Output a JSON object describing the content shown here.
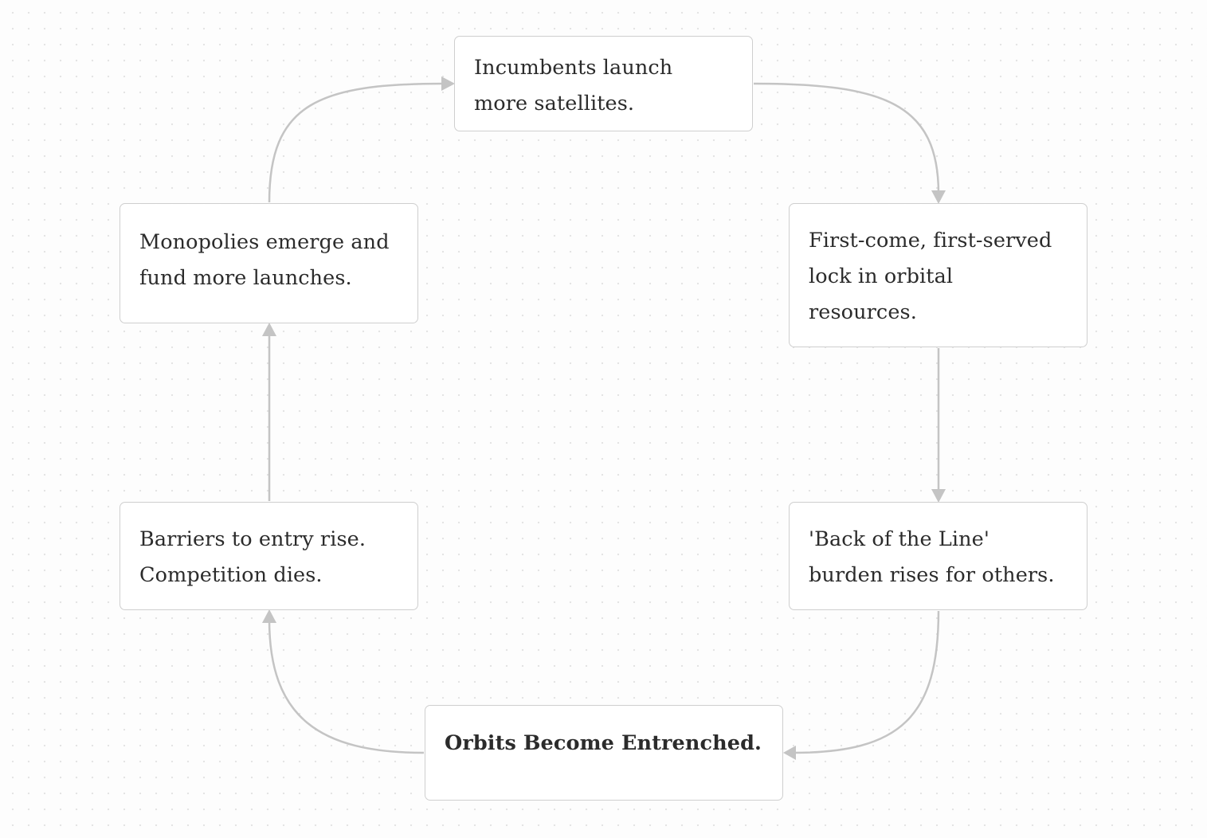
{
  "diagram": {
    "nodes": [
      {
        "id": "n1",
        "lines": [
          "Incumbents launch",
          "more satellites."
        ]
      },
      {
        "id": "n2",
        "lines": [
          "First-come, first-served",
          "lock in orbital",
          "resources."
        ]
      },
      {
        "id": "n3",
        "lines": [
          "'Back of the Line'",
          "burden rises for others."
        ]
      },
      {
        "id": "n4",
        "lines": [
          "Orbits Become Entrenched."
        ]
      },
      {
        "id": "n5",
        "lines": [
          "Barriers to entry rise.",
          "Competition dies."
        ]
      },
      {
        "id": "n6",
        "lines": [
          "Monopolies emerge and",
          "fund more launches."
        ]
      }
    ],
    "edges": [
      {
        "from": "n1",
        "to": "n2"
      },
      {
        "from": "n2",
        "to": "n3"
      },
      {
        "from": "n3",
        "to": "n4"
      },
      {
        "from": "n4",
        "to": "n5"
      },
      {
        "from": "n5",
        "to": "n6"
      },
      {
        "from": "n6",
        "to": "n1"
      }
    ],
    "colors": {
      "connector": "#c4c4c4",
      "node_border": "#cfcfcf",
      "node_fill": "#ffffff",
      "text": "#2b2b2b"
    }
  }
}
